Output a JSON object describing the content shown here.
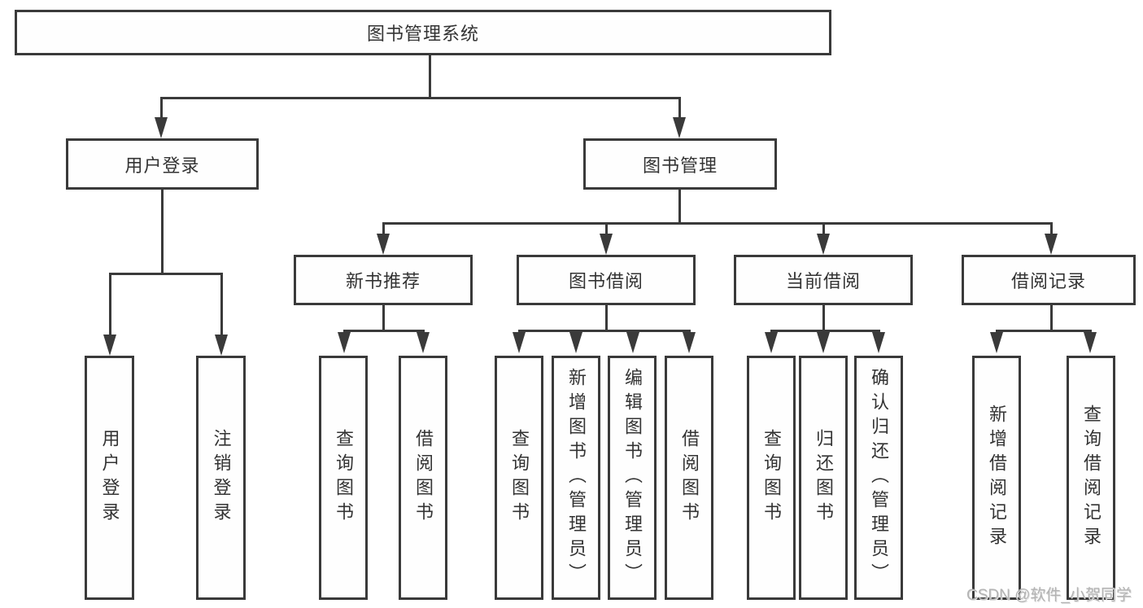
{
  "diagram": {
    "title": "图书管理系统",
    "branches": [
      {
        "label": "用户登录",
        "children": [
          "用户登录",
          "注销登录"
        ]
      },
      {
        "label": "图书管理",
        "children": [
          {
            "label": "新书推荐",
            "children": [
              "查询图书",
              "借阅图书"
            ]
          },
          {
            "label": "图书借阅",
            "children": [
              "查询图书",
              "新增图书（管理员）",
              "编辑图书（管理员）",
              "借阅图书"
            ]
          },
          {
            "label": "当前借阅",
            "children": [
              "查询图书",
              "归还图书",
              "确认归还（管理员）"
            ]
          },
          {
            "label": "借阅记录",
            "children": [
              "新增借阅记录",
              "查询借阅记录"
            ]
          }
        ]
      }
    ]
  },
  "watermark": "CSDN @软件_小贺同学",
  "colors": {
    "line": "#3a3a3a",
    "text": "#333333",
    "background": "#ffffff",
    "watermark": "#b3b3b3"
  }
}
